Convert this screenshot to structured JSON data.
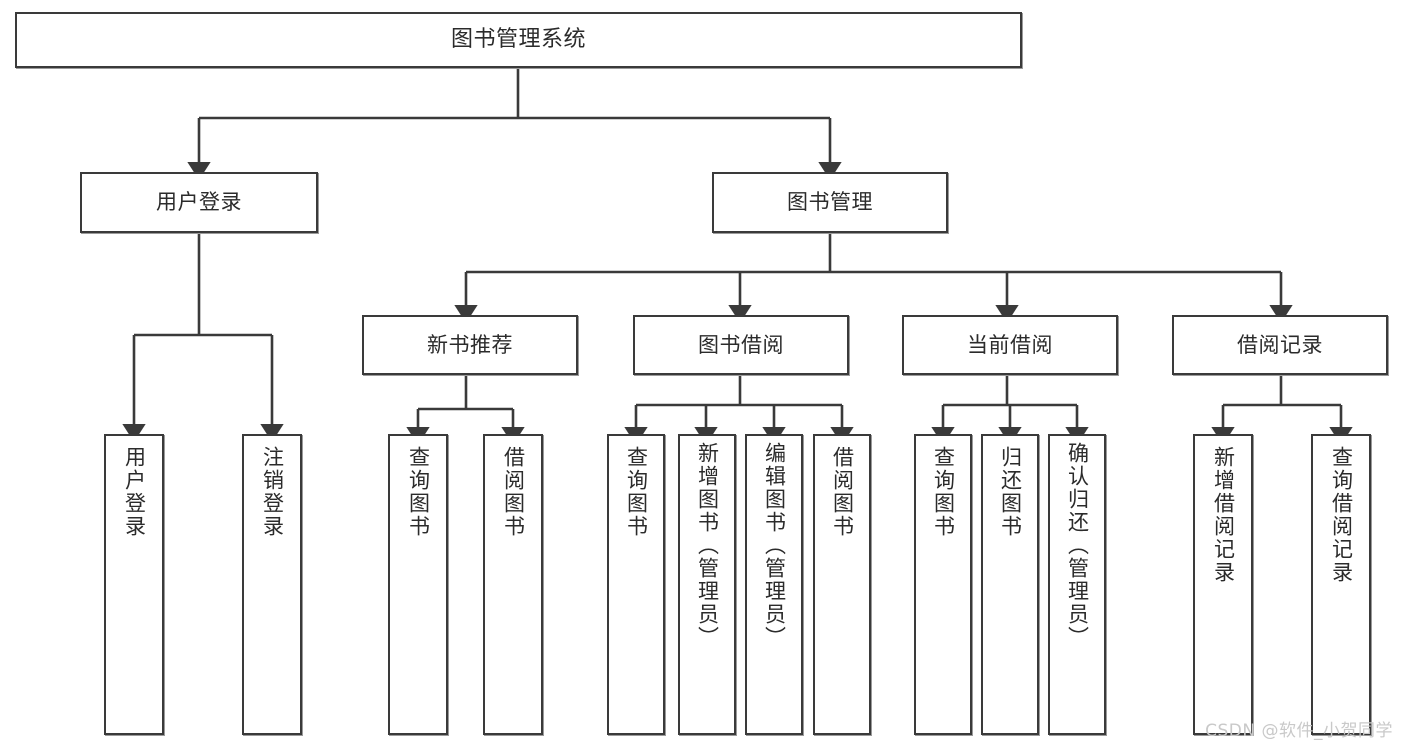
{
  "diagram": {
    "title": "图书管理系统",
    "type": "tree",
    "watermark": "CSDN @软件_小贺同学",
    "colors": {
      "stroke": "#3a3a3a",
      "fill": "#ffffff",
      "text": "#2b2b2b",
      "shadow": "#9a9a9a",
      "watermark": "#c9c9c9"
    },
    "root": {
      "label": "图书管理系统"
    },
    "level1": [
      {
        "label": "用户登录"
      },
      {
        "label": "图书管理"
      }
    ],
    "level2": [
      {
        "label": "新书推荐"
      },
      {
        "label": "图书借阅"
      },
      {
        "label": "当前借阅"
      },
      {
        "label": "借阅记录"
      }
    ],
    "leaves": {
      "user_login": [
        {
          "label": "用户登录"
        },
        {
          "label": "注销登录"
        }
      ],
      "new_book": [
        {
          "label": "查询图书"
        },
        {
          "label": "借阅图书"
        }
      ],
      "borrow": [
        {
          "label": "查询图书"
        },
        {
          "label": "新增图书（管理员）"
        },
        {
          "label": "编辑图书（管理员）"
        },
        {
          "label": "借阅图书"
        }
      ],
      "current": [
        {
          "label": "查询图书"
        },
        {
          "label": "归还图书"
        },
        {
          "label": "确认归还（管理员）"
        }
      ],
      "records": [
        {
          "label": "新增借阅记录"
        },
        {
          "label": "查询借阅记录"
        }
      ]
    }
  }
}
